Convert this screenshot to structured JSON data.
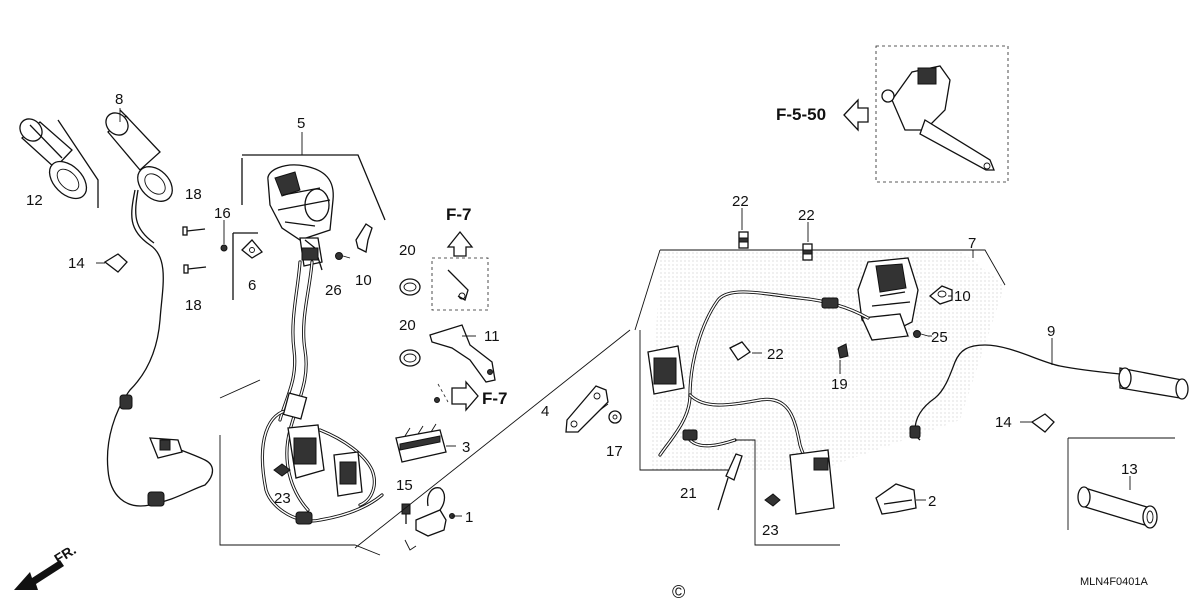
{
  "diagram": {
    "part_labels": {
      "p1": "1",
      "p2": "2",
      "p3": "3",
      "p4": "4",
      "p5": "5",
      "p6": "6",
      "p7": "7",
      "p8": "8",
      "p9": "9",
      "p10a": "10",
      "p10b": "10",
      "p11": "11",
      "p12": "12",
      "p13": "13",
      "p14a": "14",
      "p14b": "14",
      "p15": "15",
      "p16": "16",
      "p17": "17",
      "p18a": "18",
      "p18b": "18",
      "p19": "19",
      "p20a": "20",
      "p20b": "20",
      "p21": "21",
      "p22a": "22",
      "p22b": "22",
      "p22c": "22",
      "p23a": "23",
      "p23b": "23",
      "p25": "25",
      "p26": "26"
    },
    "references": {
      "f7_top": "F-7",
      "f7_right": "F-7",
      "f550": "F-5-50"
    },
    "front_label": "FR.",
    "drawing_code": "MLN4F0401A",
    "copyright_symbol": "©"
  }
}
